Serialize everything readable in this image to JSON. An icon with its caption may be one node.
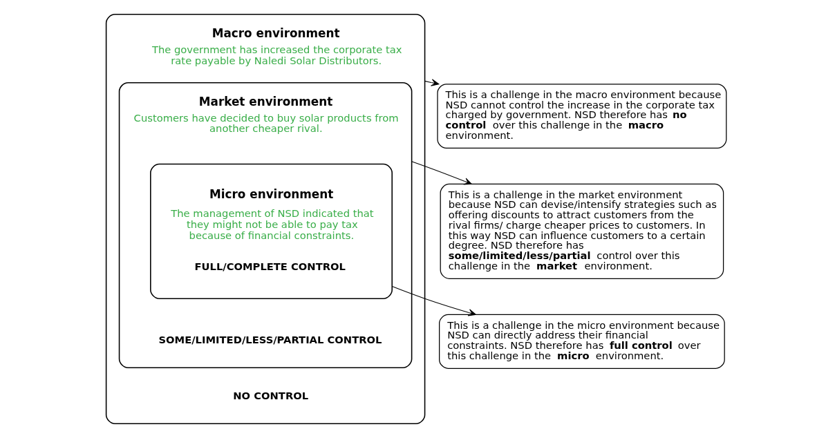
{
  "diagram": {
    "nodes": [
      {
        "text": [
          "Macro environment",
          "The government has increased the corporate tax rate payable by Naledi Solar Distributors.",
          "NO CONTROL"
        ]
      },
      {
        "text": [
          "Market environment",
          "Customers have decided to buy solar products from another cheaper rival.",
          "SOME/LIMITED/LESS/PARTIAL CONTROL"
        ],
        "in": 0
      },
      {
        "text": [
          "Micro environment",
          "The management of NSD indicated that they might not be able to pay tax because of financial constraints.",
          "FULL/COMPLETE CONTROL"
        ],
        "in": 1
      },
      {
        "text": [
          "This is a challenge in the macro environment because NSD cannot control the increase in the corporate tax charged by government. NSD therefore has **no control** over this challenge in the **macro** environment."
        ]
      },
      {
        "text": [
          "This is a challenge in the market environment because NSD can devise/intensify strategies such as offering discounts to attract customers from the rival firms/ charge cheaper prices to customers. In this way NSD can influence customers to a certain degree. NSD therefore has **some/limited/less/partial** control over this challenge in the **market** environment."
        ]
      },
      {
        "text": [
          "This is a challenge in the micro environment because NSD can directly address their financial constraints. NSD therefore has **full control** over this challenge in the **micro** environment."
        ]
      }
    ],
    "edges": [
      {
        "from": 0,
        "to": 3,
        "arrow": "to"
      },
      {
        "from": 1,
        "to": 4,
        "arrow": "to"
      },
      {
        "from": 2,
        "to": 5,
        "arrow": "to"
      }
    ]
  }
}
